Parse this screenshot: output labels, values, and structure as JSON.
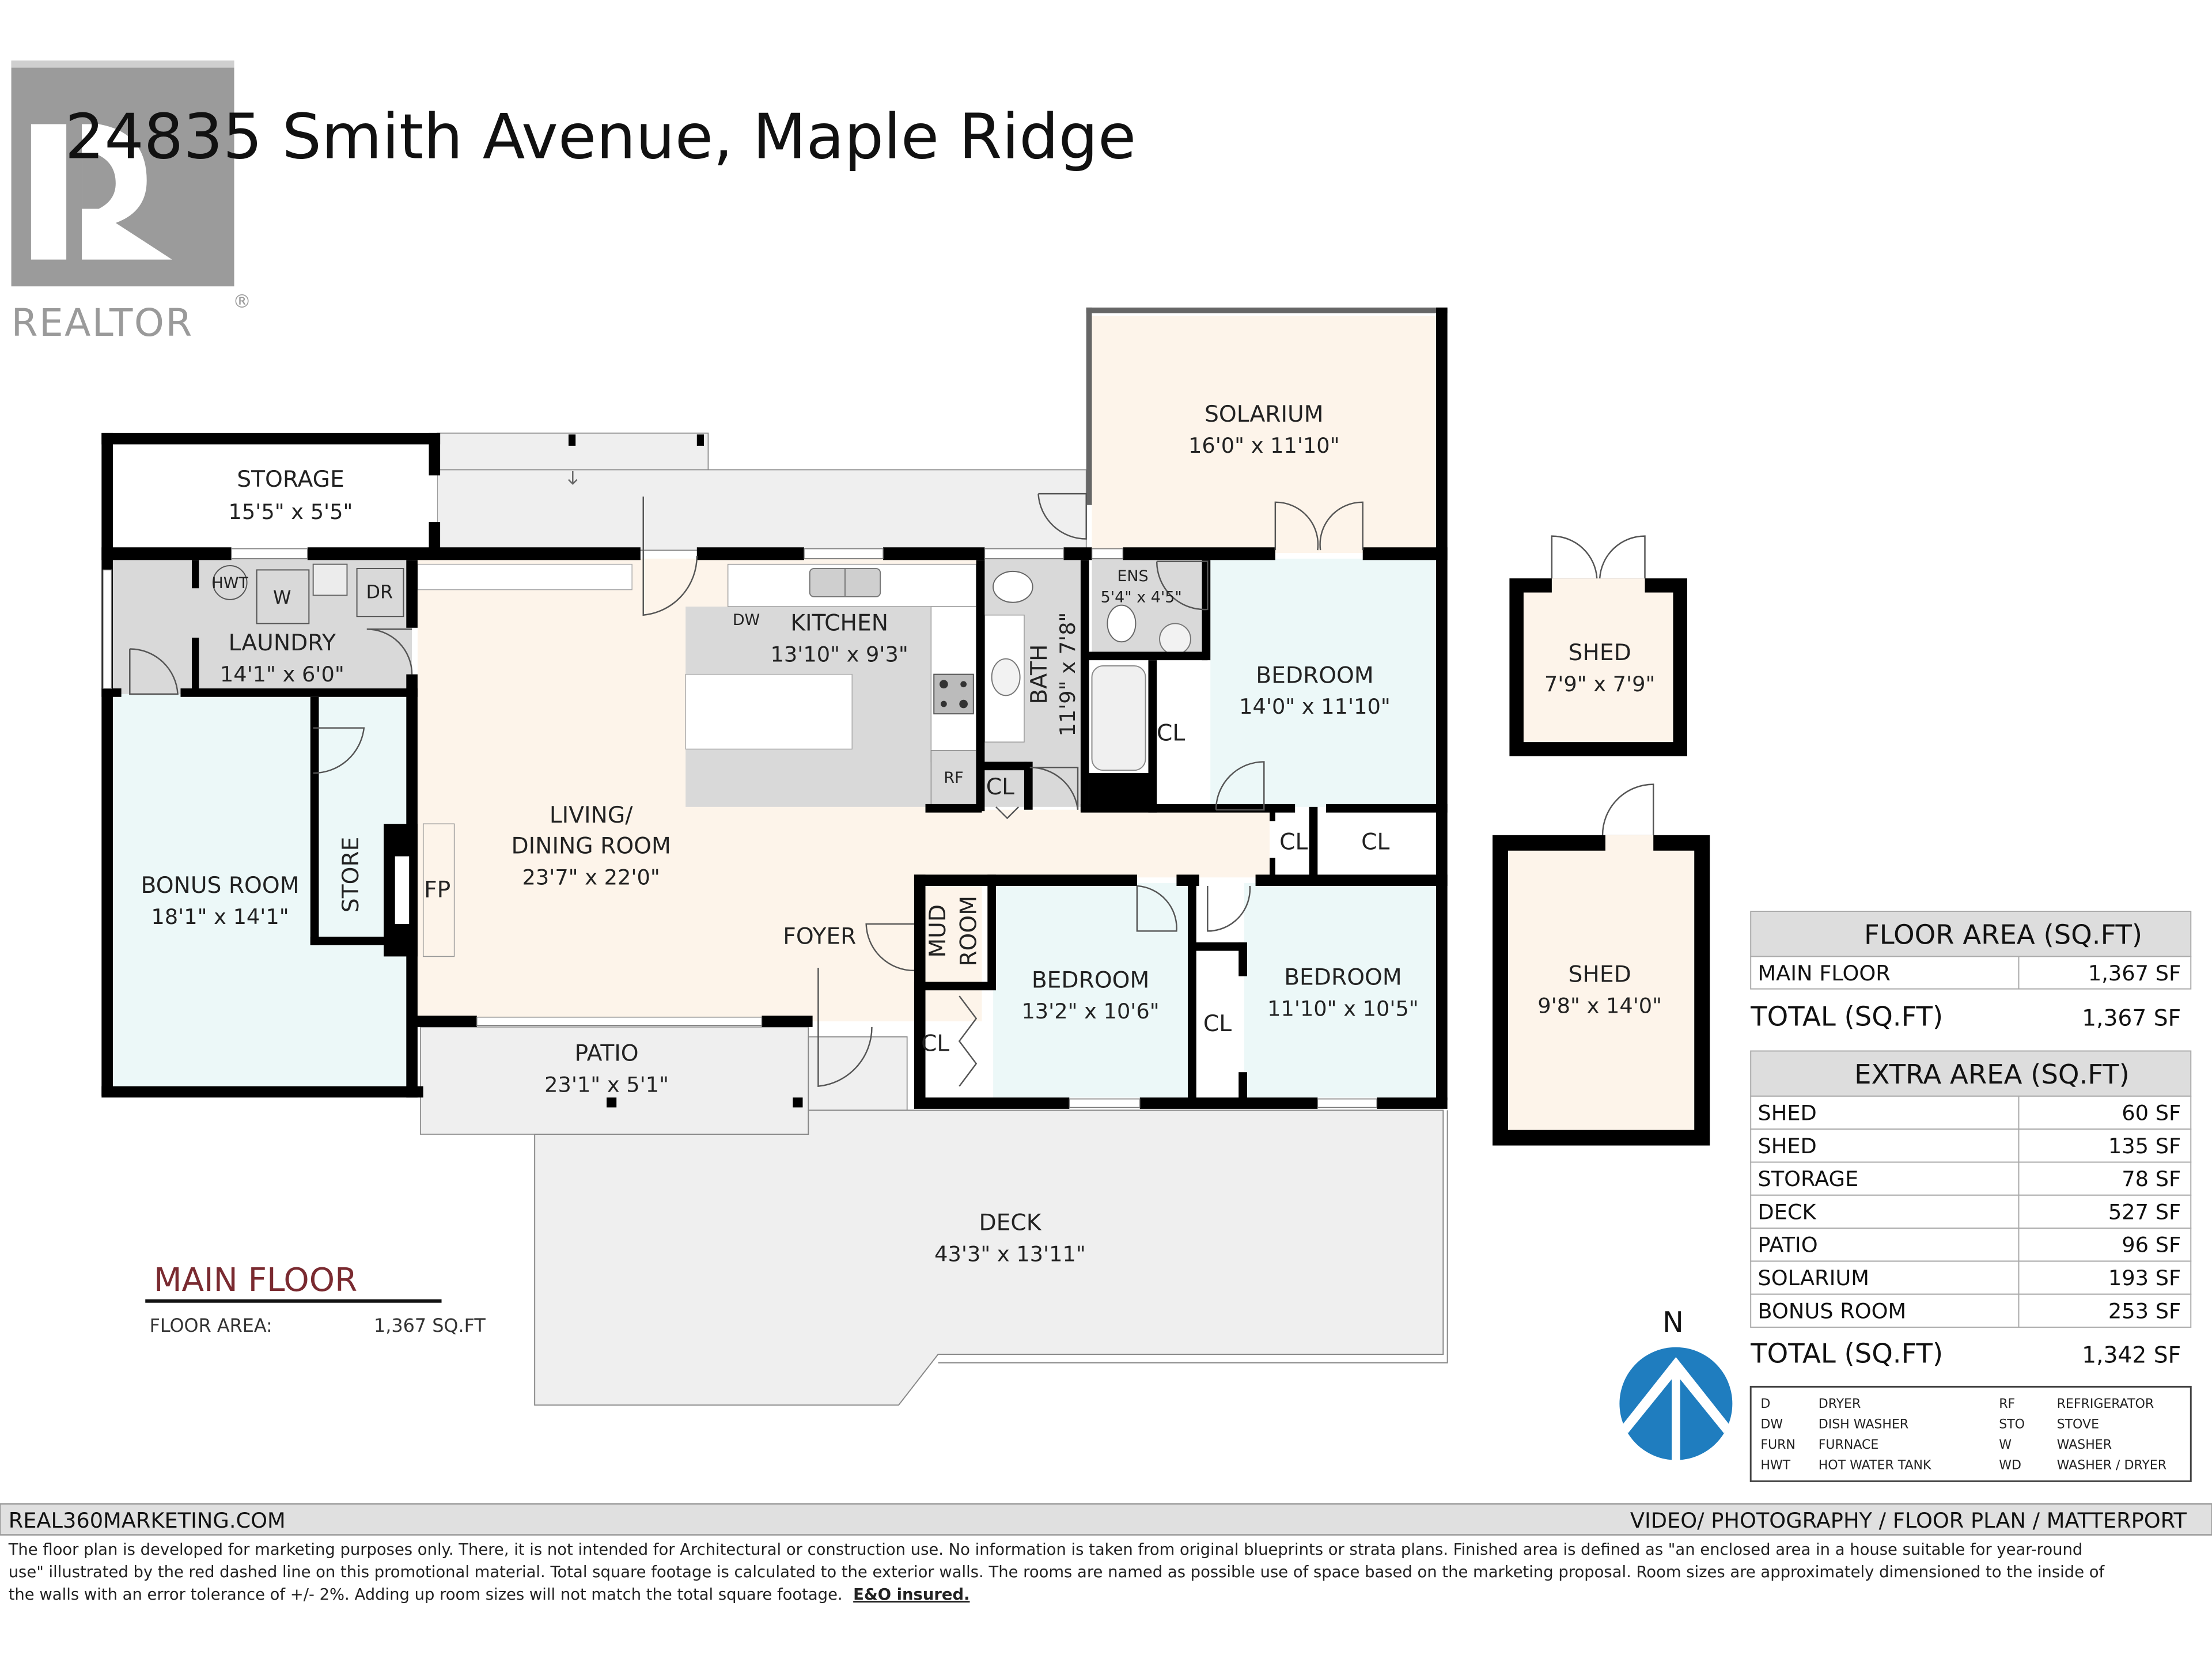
{
  "header": {
    "title": "24835 Smith Avenue, Maple Ridge",
    "logo_label": "REALTOR",
    "logo_mark": "®"
  },
  "rooms": {
    "storage": {
      "name": "STORAGE",
      "dim": "15'5\" x 5'5\""
    },
    "laundry": {
      "name": "LAUNDRY",
      "dim": "14'1\" x 6'0\""
    },
    "kitchen": {
      "name": "KITCHEN",
      "dim": "13'10\" x 9'3\""
    },
    "bath": {
      "name": "BATH",
      "dim": "11'9\" x 7'8\""
    },
    "ensuite": {
      "name": "ENS",
      "dim": "5'4\" x 4'5\""
    },
    "solarium": {
      "name": "SOLARIUM",
      "dim": "16'0\" x 11'10\""
    },
    "primary_bedroom": {
      "name": "BEDROOM",
      "dim": "14'0\" x 11'10\""
    },
    "shed_small": {
      "name": "SHED",
      "dim": "7'9\" x 7'9\""
    },
    "shed_large": {
      "name": "SHED",
      "dim": "9'8\" x 14'0\""
    },
    "bonus_room": {
      "name": "BONUS ROOM",
      "dim": "18'1\" x 14'1\""
    },
    "store": {
      "name": "STORE"
    },
    "fireplace": {
      "name": "FP"
    },
    "living_dining": {
      "name_line1": "LIVING/",
      "name_line2": "DINING ROOM",
      "dim": "23'7\" x 22'0\""
    },
    "foyer": {
      "name": "FOYER"
    },
    "mud_room": {
      "name_line1": "MUD",
      "name_line2": "ROOM"
    },
    "bedroom_2": {
      "name": "BEDROOM",
      "dim": "13'2\" x 10'6\""
    },
    "bedroom_3": {
      "name": "BEDROOM",
      "dim": "11'10\" x 10'5\""
    },
    "patio": {
      "name": "PATIO",
      "dim": "23'1\" x 5'1\""
    },
    "deck": {
      "name": "DECK",
      "dim": "43'3\" x 13'11\""
    },
    "closet_label": "CL"
  },
  "appliances": {
    "hot_water_tank": "HWT",
    "washer": "W",
    "dryer": "DR",
    "dishwasher": "DW",
    "refrigerator": "RF"
  },
  "floor_label": {
    "title": "MAIN FLOOR",
    "area_label": "FLOOR AREA:",
    "area_value": "1,367 SQ.FT"
  },
  "compass": {
    "label": "N"
  },
  "floor_area_table": {
    "title": "FLOOR AREA (SQ.FT)",
    "rows": [
      {
        "label": "MAIN FLOOR",
        "value": "1,367 SF"
      }
    ],
    "total_label": "TOTAL (SQ.FT)",
    "total_value": "1,367 SF"
  },
  "extra_area_table": {
    "title": "EXTRA AREA (SQ.FT)",
    "rows": [
      {
        "label": "SHED",
        "value": "60 SF"
      },
      {
        "label": "SHED",
        "value": "135 SF"
      },
      {
        "label": "STORAGE",
        "value": "78 SF"
      },
      {
        "label": "DECK",
        "value": "527 SF"
      },
      {
        "label": "PATIO",
        "value": "96 SF"
      },
      {
        "label": "SOLARIUM",
        "value": "193 SF"
      },
      {
        "label": "BONUS ROOM",
        "value": "253 SF"
      }
    ],
    "total_label": "TOTAL (SQ.FT)",
    "total_value": "1,342 SF"
  },
  "legend": {
    "items": [
      {
        "code": "D",
        "meaning": "DRYER"
      },
      {
        "code": "DW",
        "meaning": "DISH WASHER"
      },
      {
        "code": "FURN",
        "meaning": "FURNACE"
      },
      {
        "code": "HWT",
        "meaning": "HOT WATER TANK"
      },
      {
        "code": "RF",
        "meaning": "REFRIGERATOR"
      },
      {
        "code": "STO",
        "meaning": "STOVE"
      },
      {
        "code": "W",
        "meaning": "WASHER"
      },
      {
        "code": "WD",
        "meaning": "WASHER / DRYER"
      }
    ]
  },
  "footer": {
    "website": "REAL360MARKETING.COM",
    "services": "VIDEO/ PHOTOGRAPHY / FLOOR PLAN / MATTERPORT",
    "disclaimer_line1": "The floor plan is developed for marketing purposes only. There, it is not intended for Architectural or construction use. No information is  taken from original blueprints or strata plans. Finished area is defined as  \"an enclosed area in a house suitable for year-round",
    "disclaimer_line2": "use\" illustrated by the red dashed line on this promotional material. Total square footage is calculated to the exterior walls. The rooms are named as possible use of space based on the marketing proposal. Room sizes are approximately dimensioned to the inside of",
    "disclaimer_line3": "the walls with an error tolerance of +/- 2%. Adding up room sizes will not match the total square footage.",
    "disclaimer_bold": "E&O insured."
  },
  "colors": {
    "living_fill": "#fdf4ea",
    "bedroom_fill": "#ecf8f8",
    "service_fill": "#d8d8d8",
    "exterior_fill": "#efefef",
    "compass_blue": "#1f7dbf",
    "floor_title_red": "#7a2a30"
  }
}
